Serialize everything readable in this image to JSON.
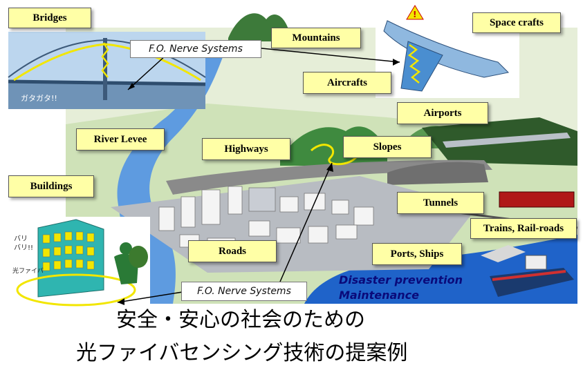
{
  "labels": {
    "bridges": "Bridges",
    "mountains": "Mountains",
    "space_crafts": "Space crafts",
    "aircrafts": "Aircrafts",
    "airports": "Airports",
    "river_levee": "River Levee",
    "highways": "Highways",
    "slopes": "Slopes",
    "buildings": "Buildings",
    "tunnels": "Tunnels",
    "trains": "Trains, Rail-roads",
    "roads": "Roads",
    "ports": "Ports, Ships"
  },
  "nerve_top": "F.O. Nerve Systems",
  "nerve_bottom": "F.O. Nerve Systems",
  "disaster": {
    "line1": "Disaster prevention",
    "line2": "Maintenance"
  },
  "bridge_sound": "ガタガタ!!",
  "building_sound": "バリ\nバリ!!",
  "building_fiber": "光ファイバ",
  "title": {
    "line1": "安全・安心の社会のための",
    "line2": "光ファイバセンシング技術の提案例"
  },
  "colors": {
    "label_bg": "#ffffa6",
    "fiber": "#f2e600",
    "water": "#1f63c9"
  }
}
